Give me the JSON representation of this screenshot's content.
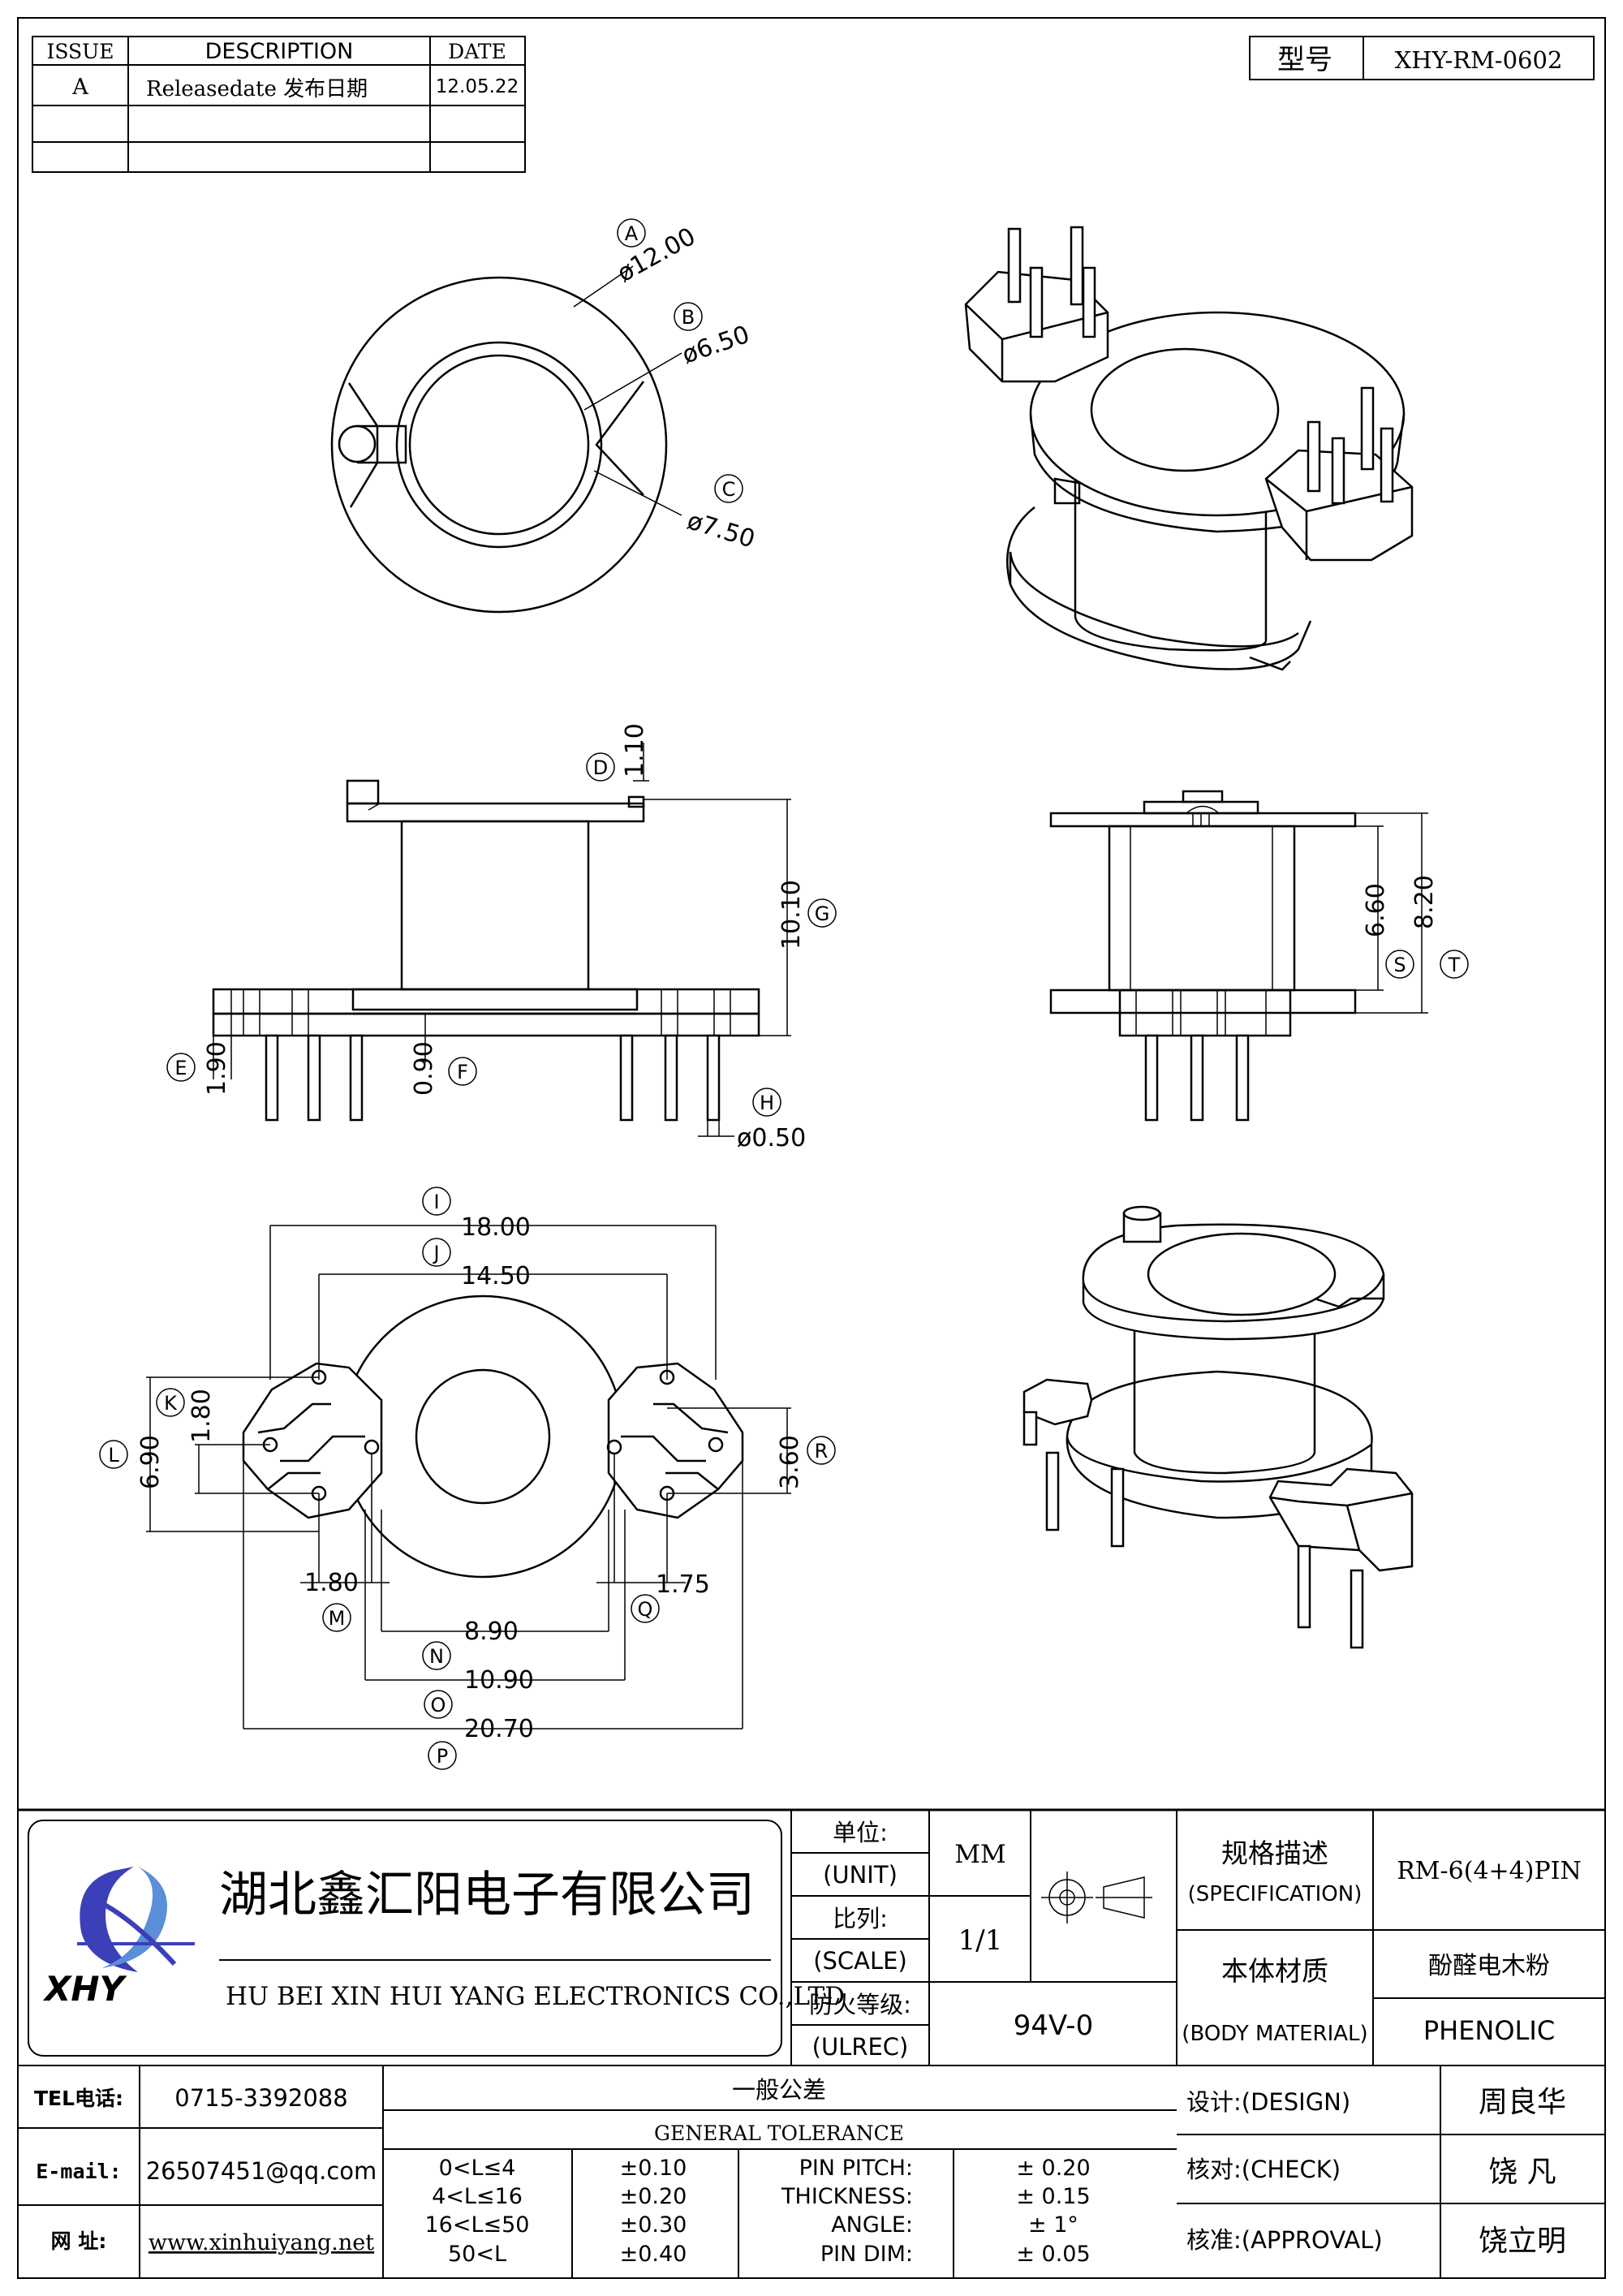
{
  "revision_table": {
    "headers": {
      "issue": "ISSUE",
      "description": "DESCRIPTION",
      "date": "DATE"
    },
    "rows": [
      {
        "issue": "A",
        "description": "Releasedate 发布日期",
        "date": "12.05.22"
      }
    ]
  },
  "model": {
    "label": "型号",
    "value": "XHY-RM-0602"
  },
  "balloons": {
    "A": "A",
    "B": "B",
    "C": "C",
    "D": "D",
    "E": "E",
    "F": "F",
    "G": "G",
    "H": "H",
    "I": "I",
    "J": "J",
    "K": "K",
    "L": "L",
    "M": "M",
    "N": "N",
    "O": "O",
    "P": "P",
    "Q": "Q",
    "R": "R",
    "S": "S",
    "T": "T"
  },
  "dimensions": {
    "A": "ø12.00",
    "B": "ø6.50",
    "C": "ø7.50",
    "D": "1.10",
    "E": "1.90",
    "F": "0.90",
    "G": "10.10",
    "H": "ø0.50",
    "I": "18.00",
    "J": "14.50",
    "K": "1.80",
    "L": "6.90",
    "M": "1.80",
    "N": "8.90",
    "O": "10.90",
    "P": "20.70",
    "Q": "1.75",
    "R": "3.60",
    "S": "6.60",
    "T": "8.20"
  },
  "title_block": {
    "company_cn": "湖北鑫汇阳电子有限公司",
    "company_en": "HU BEI XIN HUI YANG ELECTRONICS CO.,LTD",
    "logo_text": "XHY",
    "unit_cn": "单位:",
    "unit_en": "(UNIT)",
    "unit_value": "MM",
    "scale_cn": "比列:",
    "scale_en": "(SCALE)",
    "scale_value": "1/1",
    "ul_cn": "防火等级:",
    "ul_en": "(ULREC)",
    "ul_value": "94V-0",
    "spec_cn": "规格描述",
    "spec_en": "(SPECIFICATION)",
    "spec_value": "RM-6(4+4)PIN",
    "material_cn": "本体材质",
    "material_en": "(BODY MATERIAL)",
    "material_value_cn": "酚醛电木粉",
    "material_value_en": "PHENOLIC"
  },
  "contact": {
    "tel_label": "TEL电话:",
    "tel": "0715-3392088",
    "email_label": "E-mail:",
    "email": "26507451@qq.com",
    "web_label": "网  址:",
    "web": "www.xinhuiyang.net"
  },
  "tolerance": {
    "title_cn": "一般公差",
    "title_en": "GENERAL TOLERANCE",
    "ranges": [
      {
        "range": "0<L≤4",
        "tol": "±0.10"
      },
      {
        "range": "4<L≤16",
        "tol": "±0.20"
      },
      {
        "range": "16<L≤50",
        "tol": "±0.30"
      },
      {
        "range": "50<L",
        "tol": "±0.40"
      }
    ],
    "items": [
      {
        "name": "PIN PITCH:",
        "tol": "±  0.20"
      },
      {
        "name": "THICKNESS:",
        "tol": "±  0.15"
      },
      {
        "name": "ANGLE:",
        "tol": "±  1°"
      },
      {
        "name": "PIN DIM:",
        "tol": "±  0.05"
      }
    ]
  },
  "approvals": {
    "design_label": "设计:(DESIGN)",
    "design_name": "周良华",
    "check_label": "核对:(CHECK)",
    "check_name": "饶  凡",
    "approval_label": "核准:(APPROVAL)",
    "approval_name": "饶立明"
  }
}
